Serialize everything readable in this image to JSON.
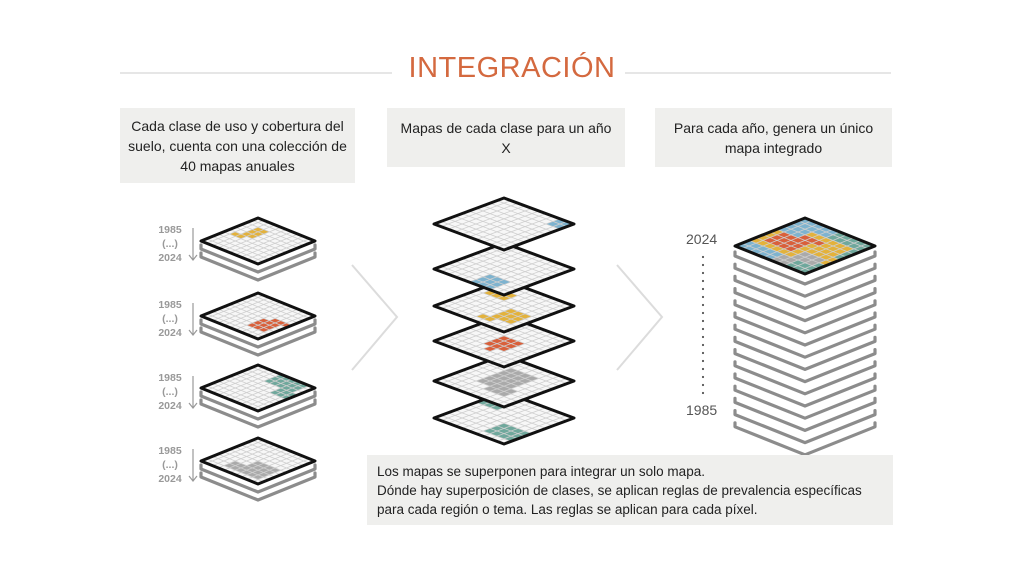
{
  "title": "INTEGRACIÓN",
  "callouts": [
    "Cada clase de uso y cobertura del suelo, cuenta con una colección de 40 mapas anuales",
    "Mapas de cada clase para un año X",
    "Para cada año, genera un único mapa integrado"
  ],
  "year_labels": {
    "start": "1985",
    "mid": "(...)",
    "end": "2024"
  },
  "note": {
    "line1": "Los mapas se superponen para integrar un solo mapa.",
    "line2": "Dónde hay superposición de clases, se aplican reglas de prevalencia específicas para cada región o tema. Las reglas se aplican para cada píxel."
  },
  "colors": {
    "accent": "#d4693f",
    "yellow": "#e3b23c",
    "red": "#d9603b",
    "teal": "#6fa89c",
    "gray": "#aaaaaa",
    "blue": "#7eb3cf",
    "callout_bg": "#efefed"
  }
}
